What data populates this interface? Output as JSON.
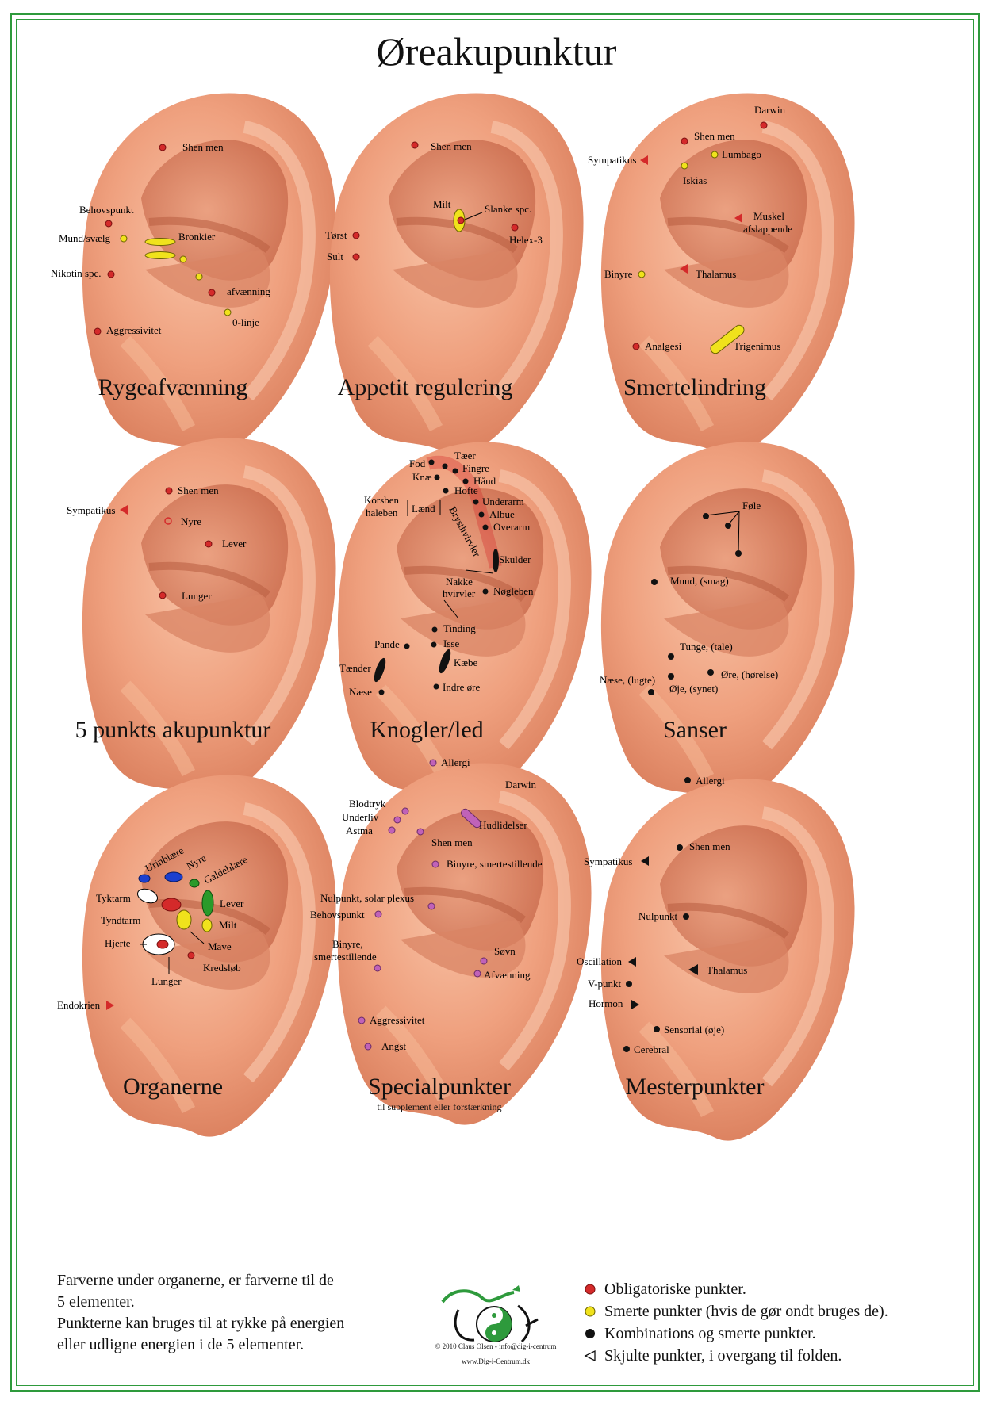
{
  "title": "Øreakupunktur",
  "colors": {
    "frame": "#2e9a3c",
    "red": "#d42a2a",
    "yellow": "#f0e21c",
    "black": "#111111",
    "purple": "#c062b8",
    "skin": "#f1a582"
  },
  "panels": {
    "p1": {
      "caption": "Rygeafvænning",
      "labels": [
        "Shen men",
        "Behovspunkt",
        "Mund/svælg",
        "Bronkier",
        "Nikotin spc.",
        "afvænning",
        "0-linje",
        "Aggressivitet"
      ]
    },
    "p2": {
      "caption": "Appetit regulering",
      "labels": [
        "Shen men",
        "Milt",
        "Slanke spc.",
        "Tørst",
        "Helex-3",
        "Sult"
      ]
    },
    "p3": {
      "caption": "Smertelindring",
      "labels": [
        "Darwin",
        "Shen men",
        "Sympatikus",
        "Lumbago",
        "Iskias",
        "Muskel",
        "afslappende",
        "Binyre",
        "Thalamus",
        "Analgesi",
        "Trigenimus"
      ]
    },
    "p4": {
      "caption": "5 punkts akupunktur",
      "labels": [
        "Shen men",
        "Sympatikus",
        "Nyre",
        "Lever",
        "Lunger"
      ]
    },
    "p5": {
      "caption": "Knogler/led",
      "labels": [
        "Tæer",
        "Fod",
        "Fingre",
        "Knæ",
        "Hånd",
        "Hofte",
        "Korsben",
        "haleben",
        "Lænd",
        "Underarm",
        "Albue",
        "Overarm",
        "Brysthvirvler",
        "Skulder",
        "Nakke",
        "hvirvler",
        "Nøgleben",
        "Tinding",
        "Pande",
        "Isse",
        "Kæbe",
        "Tænder",
        "Indre øre",
        "Næse"
      ]
    },
    "p6": {
      "caption": "Sanser",
      "labels": [
        "Føle",
        "Mund, (smag)",
        "Tunge, (tale)",
        "Øre, (hørelse)",
        "Næse, (lugte)",
        "Øje, (synet)"
      ]
    },
    "p7": {
      "caption": "Organerne",
      "labels": [
        "Urinblære",
        "Nyre",
        "Galdeblære",
        "Tyktarm",
        "Lever",
        "Tyndtarm",
        "Milt",
        "Hjerte",
        "Mave",
        "Kredsløb",
        "Lunger",
        "Endokrien"
      ]
    },
    "p8": {
      "caption": "Specialpunkter",
      "subcaption": "til supplement eller forstærkning",
      "labels": [
        "Allergi",
        "Darwin",
        "Blodtryk",
        "Underliv",
        "Astma",
        "Hudlidelser",
        "Shen men",
        "Binyre, smertestillende",
        "Nulpunkt, solar plexus",
        "Behovspunkt",
        "Binyre,",
        "smertestillende",
        "Søvn",
        "Afvænning",
        "Aggressivitet",
        "Angst"
      ]
    },
    "p9": {
      "caption": "Mesterpunkter",
      "labels": [
        "Allergi",
        "Shen men",
        "Sympatikus",
        "Nulpunkt",
        "Oscillation",
        "Thalamus",
        "V-punkt",
        "Hormon",
        "Sensorial (øje)",
        "Cerebral"
      ]
    }
  },
  "footer": {
    "lines": [
      "Farverne under organerne, er farverne til de",
      "5 elementer.",
      "Punkterne kan bruges til at rykke på energien",
      "eller udligne energien i de 5 elementer."
    ]
  },
  "legend": [
    {
      "marker": "red-dot",
      "text": "Obligatoriske punkter."
    },
    {
      "marker": "yellow-dot",
      "text": "Smerte punkter (hvis de gør ondt bruges de)."
    },
    {
      "marker": "black-dot",
      "text": "Kombinations og smerte punkter."
    },
    {
      "marker": "hollow-triangle",
      "text": "Skjulte punkter, i overgang til folden."
    }
  ],
  "logo": {
    "line1": "© 2010 Claus Olsen - info@dig-i-centrum",
    "line2": "www.Dig-i-Centrum.dk"
  }
}
